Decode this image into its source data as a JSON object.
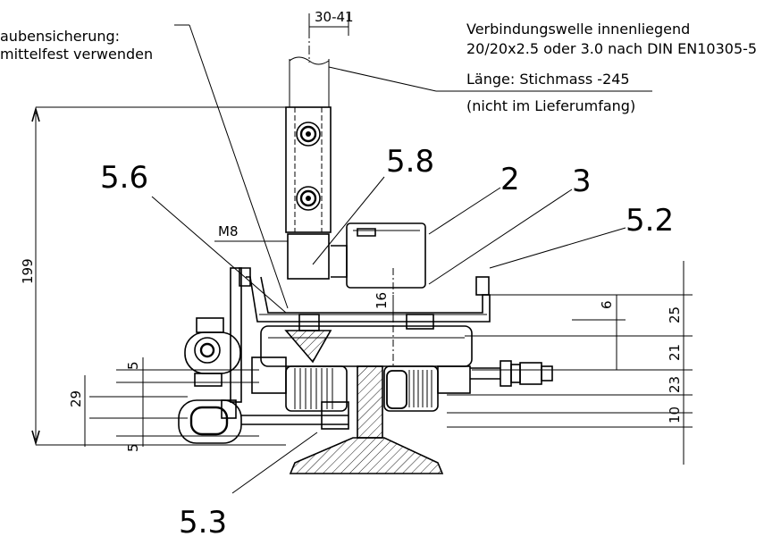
{
  "notes": {
    "left": [
      "aubensicherung:",
      "mittelfest verwenden"
    ],
    "right": [
      "Verbindungswelle innenliegend",
      "20/20x2.5 oder 3.0 nach DIN EN10305-5",
      "Länge: Stichmass -245",
      "(nicht im Lieferumfang)"
    ]
  },
  "dimensions": {
    "top": "30-41",
    "thread": "M8",
    "height_total": "199",
    "d16": "16",
    "d6": "6",
    "d25": "25",
    "d21": "21",
    "d23": "23",
    "d10": "10",
    "d5_top": "5",
    "d29": "29",
    "d5_bottom": "5"
  },
  "positions": {
    "p56": "5.6",
    "p58": "5.8",
    "p2": "2",
    "p3": "3",
    "p52": "5.2",
    "p53": "5.3"
  }
}
